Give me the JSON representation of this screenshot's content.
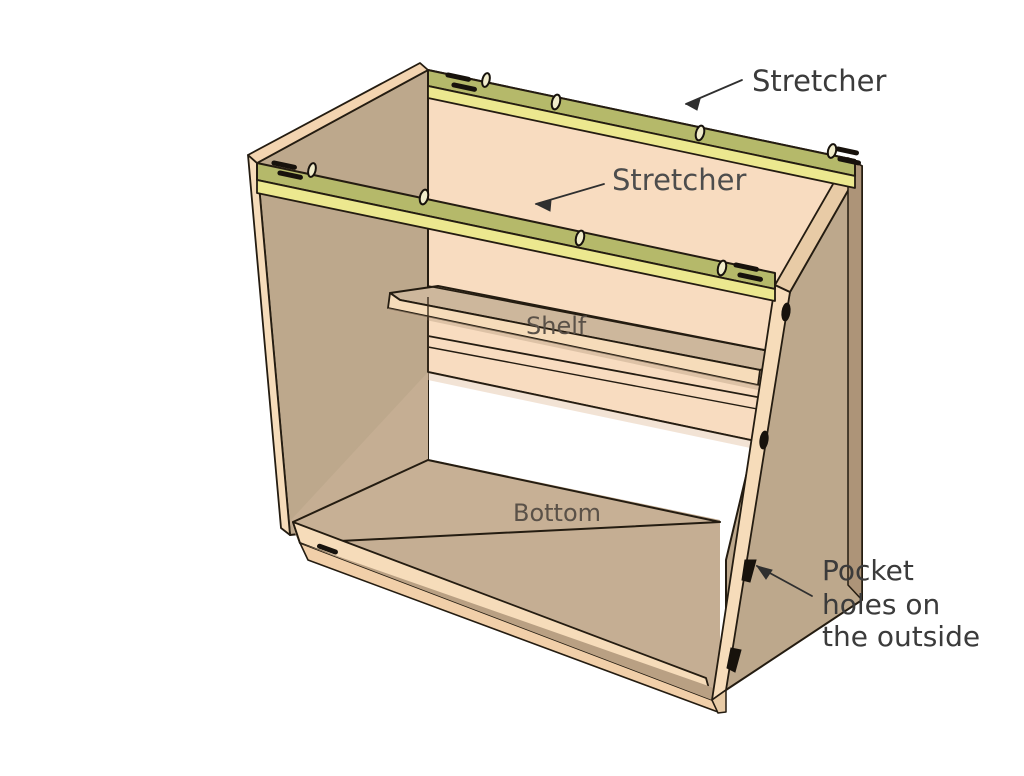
{
  "figure": {
    "title": "Cabinet carcass assembly diagram",
    "background_color": "#ffffff"
  },
  "labels": {
    "stretcher_back": "Stretcher",
    "stretcher_front": "Stretcher",
    "shelf": "Shelf",
    "bottom": "Bottom",
    "pocket_note_line1": "Pocket",
    "pocket_note_line2": "holes on",
    "pocket_note_line3": "the outside"
  },
  "parts": [
    {
      "name": "left-side-panel",
      "label": "",
      "face_color": "#bda88c",
      "edge_color": "#f3d4b0"
    },
    {
      "name": "right-side-panel",
      "label": "",
      "face_color": "#bda88c",
      "edge_color": "#f3d4b0"
    },
    {
      "name": "back-panel",
      "label": "",
      "face_color": "#f8dcc0",
      "edge_color": "#241c11"
    },
    {
      "name": "bottom-panel",
      "label": "Bottom",
      "face_color": "#c5ae93",
      "edge_color": "#f3d4b0"
    },
    {
      "name": "shelf-panel",
      "label": "Shelf",
      "face_color": "#cdb79c",
      "edge_color": "#f3d4b0"
    },
    {
      "name": "back-stretcher",
      "label": "Stretcher",
      "face_color": "#b5b96a",
      "edge_color": "#ece88f"
    },
    {
      "name": "front-stretcher",
      "label": "Stretcher",
      "face_color": "#b5b96a",
      "edge_color": "#ece88f"
    }
  ],
  "colors": {
    "panel_shaded": "#bda88c",
    "panel_interior": "#f8dcc0",
    "panel_top": "#c5ae93",
    "panel_edge_light": "#f3d4b0",
    "stretcher_top": "#b5b96a",
    "stretcher_edge": "#ece88f",
    "outline": "#241c11",
    "label_gray": "#4d4d4d",
    "label_dark": "#3b3b3b",
    "pocket_hole": "#17120c",
    "background": "#ffffff"
  },
  "annotations": [
    {
      "name": "stretcher-back-callout",
      "text": "Stretcher",
      "points_to": "back-stretcher"
    },
    {
      "name": "stretcher-front-callout",
      "text": "Stretcher",
      "points_to": "front-stretcher"
    },
    {
      "name": "pocket-holes-callout",
      "text": "Pocket holes on the outside",
      "points_to": "right-side-panel"
    }
  ],
  "counts": {
    "stretchers": 2,
    "shelves": 1,
    "side_panels": 2
  }
}
